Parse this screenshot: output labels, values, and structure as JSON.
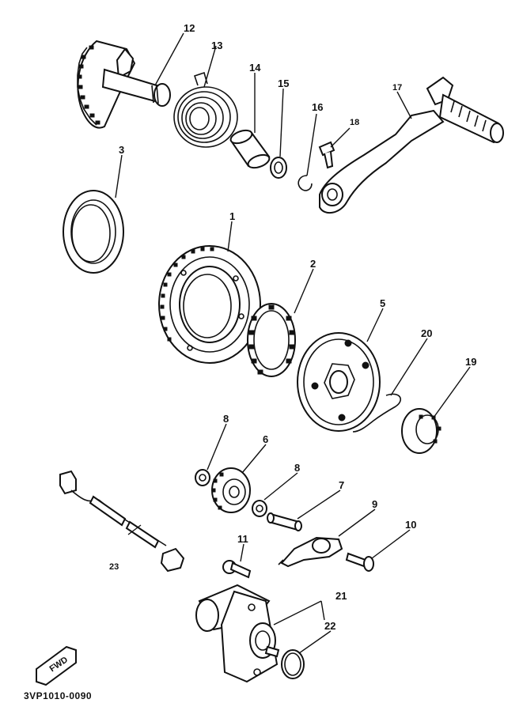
{
  "diagram": {
    "callouts": [
      {
        "id": "12",
        "label": "12"
      },
      {
        "id": "13",
        "label": "13"
      },
      {
        "id": "14",
        "label": "14"
      },
      {
        "id": "15",
        "label": "15"
      },
      {
        "id": "16",
        "label": "16"
      },
      {
        "id": "17",
        "label": "17"
      },
      {
        "id": "18",
        "label": "18"
      },
      {
        "id": "3",
        "label": "3"
      },
      {
        "id": "1",
        "label": "1"
      },
      {
        "id": "2",
        "label": "2"
      },
      {
        "id": "5",
        "label": "5"
      },
      {
        "id": "20",
        "label": "20"
      },
      {
        "id": "19",
        "label": "19"
      },
      {
        "id": "8a",
        "label": "8"
      },
      {
        "id": "6",
        "label": "6"
      },
      {
        "id": "8b",
        "label": "8"
      },
      {
        "id": "7",
        "label": "7"
      },
      {
        "id": "9",
        "label": "9"
      },
      {
        "id": "10",
        "label": "10"
      },
      {
        "id": "11",
        "label": "11"
      },
      {
        "id": "21",
        "label": "21"
      },
      {
        "id": "22",
        "label": "22"
      },
      {
        "id": "23",
        "label": "23"
      }
    ],
    "direction_badge": "FWD",
    "drawing_code": "3VP1010-0090"
  }
}
